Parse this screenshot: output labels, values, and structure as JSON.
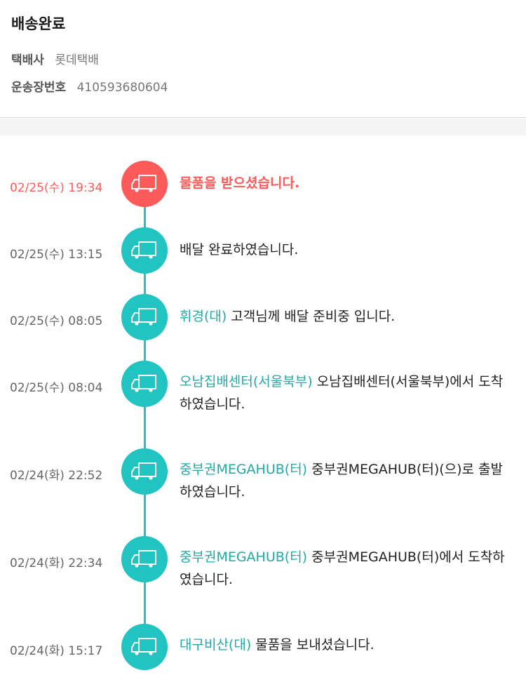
{
  "header": {
    "status": "배송완료",
    "carrier_label": "택배사",
    "carrier_value": "롯데택배",
    "tracking_label": "운송장번호",
    "tracking_value": "410593680604"
  },
  "colors": {
    "accent_teal": "#21c4c0",
    "active_red": "#ff5a5a"
  },
  "events": [
    {
      "time": "02/25(수) 19:34",
      "location": "",
      "message": "물품을 받으셨습니다.",
      "active": true,
      "icon": "truck-icon"
    },
    {
      "time": "02/25(수) 13:15",
      "location": "",
      "message": "배달 완료하였습니다.",
      "active": false,
      "icon": "truck-icon"
    },
    {
      "time": "02/25(수) 08:05",
      "location": "휘경(대)",
      "message": " 고객님께 배달 준비중 입니다.",
      "active": false,
      "icon": "truck-icon"
    },
    {
      "time": "02/25(수) 08:04",
      "location": "오남집배센터(서울북부)",
      "message": " 오남집배센터(서울북부)에서 도착하였습니다.",
      "active": false,
      "icon": "truck-icon"
    },
    {
      "time": "02/24(화) 22:52",
      "location": "중부권MEGAHUB(터)",
      "message": " 중부권MEGAHUB(터)(으)로 출발하였습니다.",
      "active": false,
      "icon": "truck-icon"
    },
    {
      "time": "02/24(화) 22:34",
      "location": "중부권MEGAHUB(터)",
      "message": " 중부권MEGAHUB(터)에서 도착하였습니다.",
      "active": false,
      "icon": "truck-icon"
    },
    {
      "time": "02/24(화) 15:17",
      "location": "대구비산(대)",
      "message": " 물품을 보내셨습니다.",
      "active": false,
      "icon": "truck-icon"
    }
  ]
}
